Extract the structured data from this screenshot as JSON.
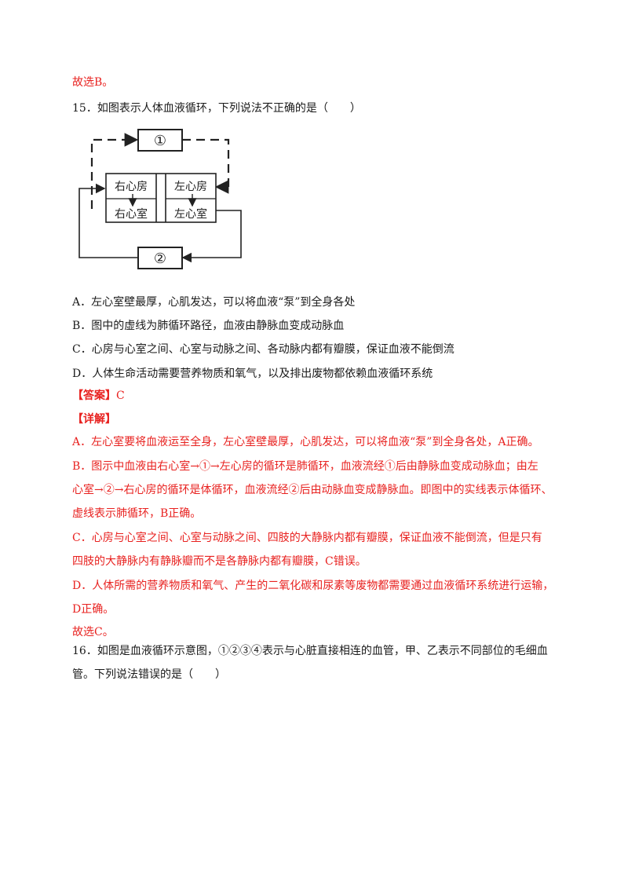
{
  "prev_conclusion": "故选B。",
  "q15": {
    "stem": "15．如图表示人体血液循环，下列说法不正确的是（　　）",
    "diagram": {
      "node1": "①",
      "node2": "②",
      "right_atrium": "右心房",
      "right_ventricle": "右心室",
      "left_atrium": "左心房",
      "left_ventricle": "左心室"
    },
    "options": [
      "A．左心室壁最厚，心肌发达，可以将血液“泵”到全身各处",
      "B．图中的虚线为肺循环路径，血液由静脉血变成动脉血",
      "C．心房与心室之间、心室与动脉之间、各动脉内都有瓣膜，保证血液不能倒流",
      "D．人体生命活动需要营养物质和氧气，以及排出废物都依赖血液循环系统"
    ],
    "answer_label": "【答案】",
    "answer_value": "C",
    "detail_label": "【详解】",
    "detail_lines": [
      "A．左心室要将血液运至全身，左心室壁最厚，心肌发达，可以将血液“泵”到全身各处，A正确。",
      "B．图示中血液由右心室→①→左心房的循环是肺循环，血液流经①后由静脉血变成动脉血；由左",
      "心室→②→右心房的循环是体循环，血液流经②后由动脉血变成静脉血。即图中的实线表示体循环、",
      "虚线表示肺循环，B正确。",
      "C．心房与心室之间、心室与动脉之间、四肢的大静脉内都有瓣膜，保证血液不能倒流，但是只有",
      "四肢的大静脉内有静脉瓣而不是各静脉内都有瓣膜，C错误。",
      "D．人体所需的营养物质和氧气、产生的二氧化碳和尿素等废物都需要通过血液循环系统进行运输，",
      "D正确。"
    ],
    "conclusion": "故选C。"
  },
  "q16": {
    "stem_lines": [
      "16．如图是血液循环示意图，①②③④表示与心脏直接相连的血管，甲、乙表示不同部位的毛细血",
      "管。下列说法错误的是（　　）"
    ]
  }
}
